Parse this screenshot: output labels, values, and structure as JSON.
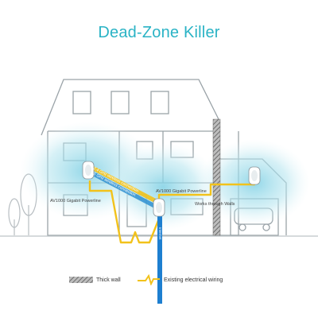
{
  "title": "Dead-Zone Killer",
  "devices": {
    "left_label": "AV1000 Gigabit Powerline",
    "center_label": "AV1000 Gigabit Powerline",
    "right_label": "Works through Walls"
  },
  "beams": {
    "upper": "2.4 GHz wireless connection",
    "lower": "5 GHz wireless connection"
  },
  "plug_text": "Internet",
  "legend": {
    "thick_wall": "Thick wall",
    "wiring": "Existing electrical wiring"
  },
  "colors": {
    "title": "#2ab3c5",
    "wiring": "#f2c21b",
    "wifi_glow": "#8fd6e6",
    "house_line": "#9aa3a8",
    "wall_hatch": "#7b7b7b"
  }
}
